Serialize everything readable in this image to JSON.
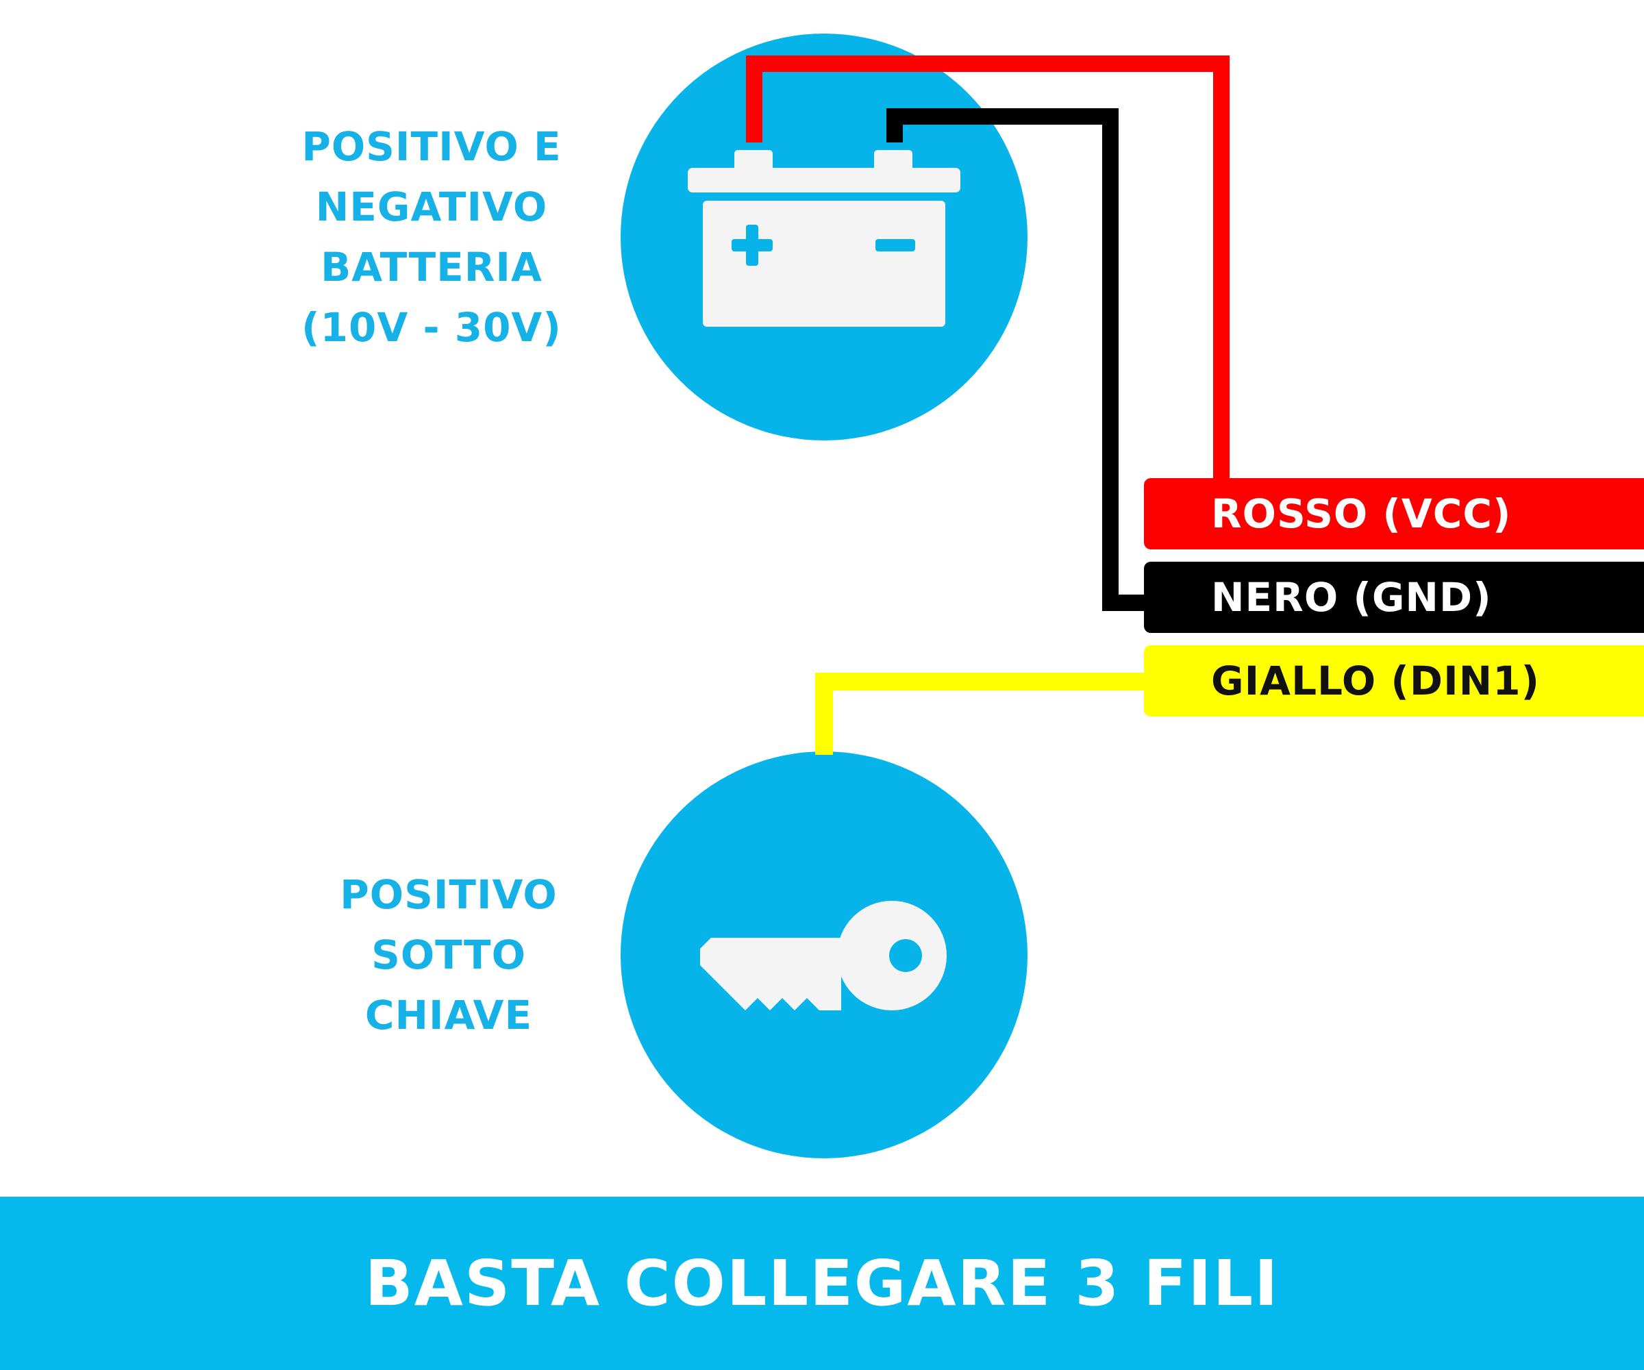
{
  "colors": {
    "circle": "#06b4ea",
    "label_blue": "#16b1e7",
    "wire_red": "#fd0000",
    "wire_black": "#000000",
    "wire_yellow": "#ffff00",
    "icon_white": "#f4f4f4",
    "footer": "#06b9ec"
  },
  "battery": {
    "icon": "car-battery-icon",
    "label_lines": [
      "POSITIVO E",
      "NEGATIVO",
      "BATTERIA",
      "(10V - 30V)"
    ]
  },
  "ignition": {
    "icon": "key-icon",
    "label_lines": [
      "POSITIVO",
      "SOTTO",
      "CHIAVE"
    ]
  },
  "wires": [
    {
      "label": "ROSSO (VCC)",
      "color": "#fd0000"
    },
    {
      "label": "NERO (GND)",
      "color": "#000000"
    },
    {
      "label": "GIALLO (DIN1)",
      "color": "#ffff00"
    }
  ],
  "footer": {
    "title": "BASTA COLLEGARE 3 FILI"
  }
}
